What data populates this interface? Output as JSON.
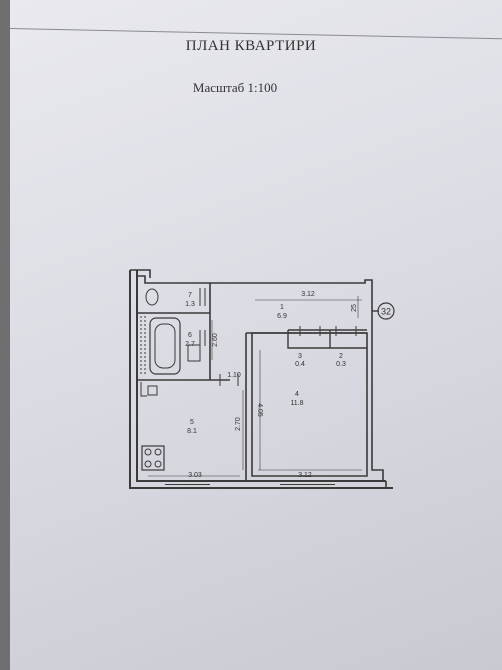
{
  "document": {
    "title": "ПЛАН КВАРТИРИ",
    "scale": "Масштаб 1:100"
  },
  "plan": {
    "marker": "32",
    "rooms": [
      {
        "number": "1",
        "area": "6.9"
      },
      {
        "number": "2",
        "area": "0.3"
      },
      {
        "number": "3",
        "area": "0.4"
      },
      {
        "number": "4",
        "area": "11.8"
      },
      {
        "number": "5",
        "area": "8.1"
      },
      {
        "number": "6",
        "area": "2.7"
      },
      {
        "number": "7",
        "area": "1.3"
      }
    ],
    "dimensions": {
      "corridor_width": "3.12",
      "corridor_small": "25",
      "bath_height": "2.60",
      "door_gap": "1.10",
      "kitchen_height": "2.70",
      "room_height": "4.05",
      "kitchen_width": "3.03",
      "room_width": "3.12"
    }
  }
}
